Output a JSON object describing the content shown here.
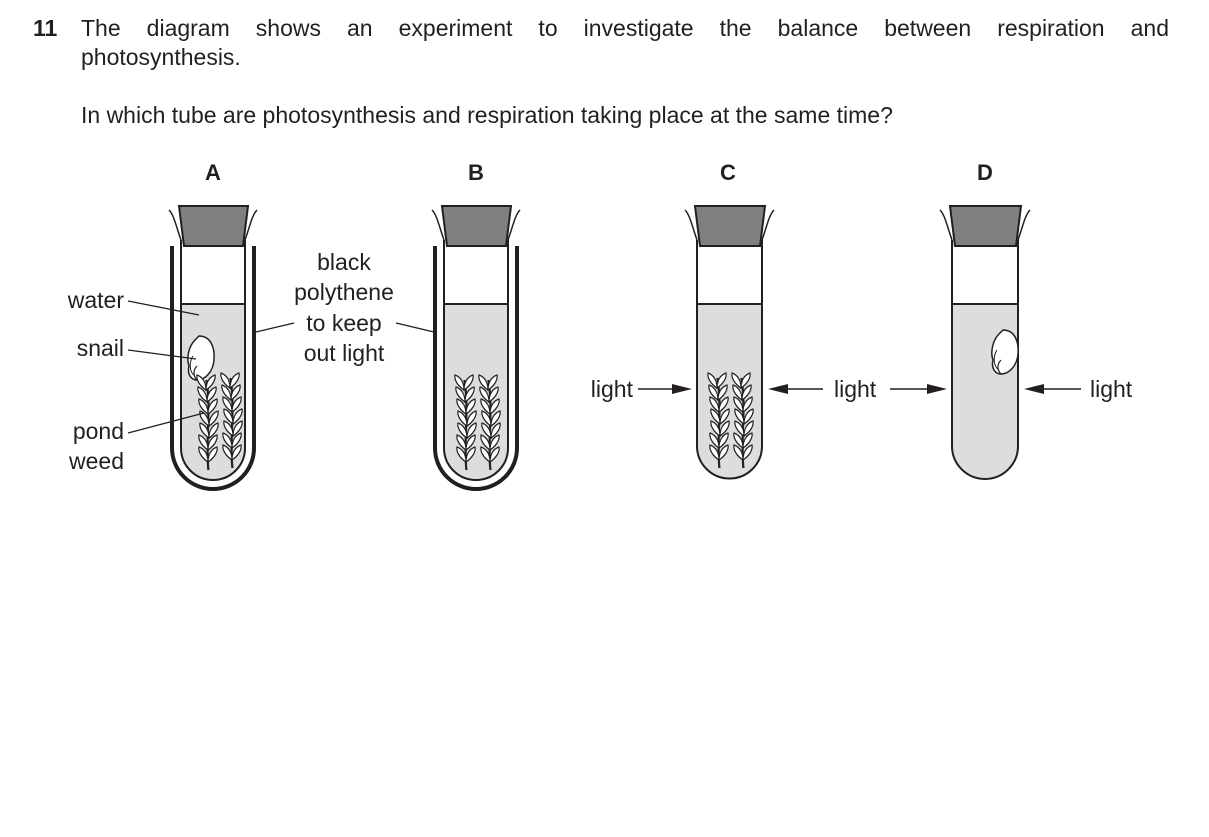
{
  "question": {
    "number": "11",
    "line1": "The diagram shows an experiment to investigate the balance between respiration and",
    "line2": "photosynthesis.",
    "prompt": "In which tube are photosynthesis and respiration taking place at the same time?"
  },
  "diagram": {
    "tubes": [
      {
        "letter": "A",
        "contents": [
          "water",
          "snail",
          "pond weed"
        ],
        "covered": true
      },
      {
        "letter": "B",
        "contents": [
          "water",
          "pond weed"
        ],
        "covered": true
      },
      {
        "letter": "C",
        "contents": [
          "water",
          "pond weed"
        ],
        "covered": false,
        "lit": true
      },
      {
        "letter": "D",
        "contents": [
          "water",
          "snail"
        ],
        "covered": false,
        "lit": true
      }
    ],
    "labels": {
      "water": "water",
      "snail": "snail",
      "pond_1": "pond",
      "pond_2": "weed",
      "poly_1": "black",
      "poly_2": "polythene",
      "poly_3": "to keep",
      "poly_4": "out light",
      "light": "light"
    },
    "colors": {
      "water": "#dcdddf",
      "bung": "#808080",
      "outline": "#231f20"
    }
  }
}
